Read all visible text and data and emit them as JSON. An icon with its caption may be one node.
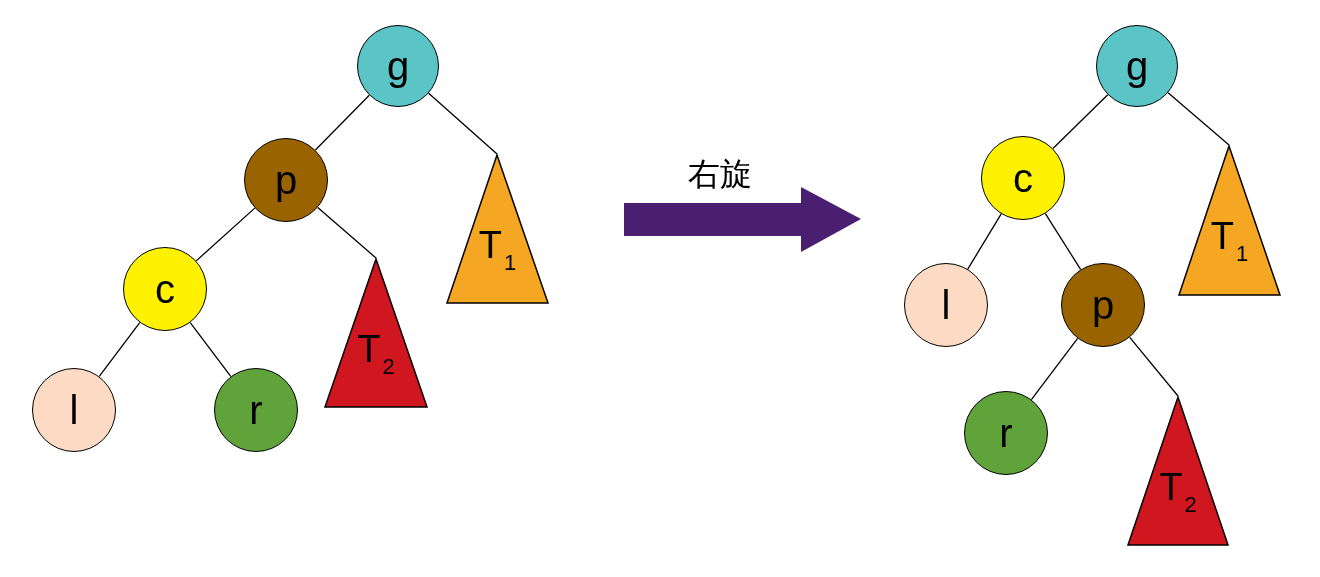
{
  "diagram": {
    "nodes": [
      {
        "text": [
          "g"
        ]
      },
      {
        "text": [
          "p"
        ]
      },
      {
        "text": [
          "T$_{1}$"
        ]
      },
      {
        "text": [
          "c"
        ]
      },
      {
        "text": [
          "T$_{2}$"
        ]
      },
      {
        "text": [
          "l"
        ]
      },
      {
        "text": [
          "r"
        ]
      },
      {
        "text": [
          "g"
        ]
      },
      {
        "text": [
          "c"
        ]
      },
      {
        "text": [
          "T$_{1}$"
        ]
      },
      {
        "text": [
          "l"
        ]
      },
      {
        "text": [
          "p"
        ]
      },
      {
        "text": [
          "r"
        ]
      },
      {
        "text": [
          "T$_{2}$"
        ]
      }
    ],
    "edges": [
      {
        "from": 0,
        "to": 1,
        "arrow": "none"
      },
      {
        "from": 0,
        "to": 2,
        "arrow": "none"
      },
      {
        "from": 1,
        "to": 3,
        "arrow": "none"
      },
      {
        "from": 1,
        "to": 4,
        "arrow": "none"
      },
      {
        "from": 3,
        "to": 5,
        "arrow": "none"
      },
      {
        "from": 3,
        "to": 6,
        "arrow": "none"
      },
      {
        "from": 7,
        "to": 8,
        "arrow": "none"
      },
      {
        "from": 7,
        "to": 9,
        "arrow": "none"
      },
      {
        "from": 8,
        "to": 10,
        "arrow": "none"
      },
      {
        "from": 8,
        "to": 11,
        "arrow": "none"
      },
      {
        "from": 11,
        "to": 12,
        "arrow": "none"
      },
      {
        "from": 11,
        "to": 13,
        "arrow": "none"
      }
    ],
    "labels": [
      "右旋"
    ]
  }
}
